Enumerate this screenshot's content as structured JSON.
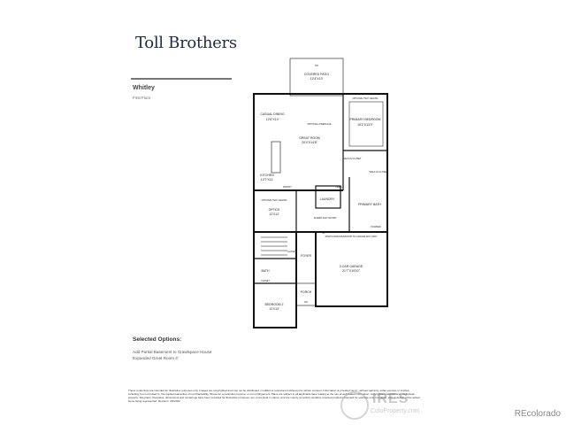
{
  "brand": "Toll Brothers",
  "plan": {
    "name": "Whitley",
    "floor": "First Floor"
  },
  "rooms": {
    "covered_patio": {
      "name": "COVERED PATIO",
      "size": "12'4\"X10'"
    },
    "casual_dining": {
      "name": "CASUAL DINING",
      "size": "12'6\"X10'"
    },
    "great_room": {
      "name": "GREAT ROOM",
      "size": "20'4\"X14'8\""
    },
    "primary_bedroom": {
      "name": "PRIMARY BEDROOM",
      "size": "15'2\"X13'3\""
    },
    "kitchen": {
      "name": "KITCHEN",
      "size": "13'7\"X11'"
    },
    "office": {
      "name": "OFFICE",
      "size": "12'X12'"
    },
    "laundry": {
      "name": "LAUNDRY"
    },
    "primary_bath": {
      "name": "PRIMARY BATH"
    },
    "everyday_entry": {
      "name": "EVERY-DAY ENTRY"
    },
    "foyer": {
      "name": "FOYER"
    },
    "garage": {
      "name": "2-CAR GARAGE",
      "size": "21'7\"X19'10\""
    },
    "bath": {
      "name": "BATH"
    },
    "closet": {
      "name": "CLOSET"
    },
    "porch": {
      "name": "PORCH"
    },
    "bedroom2": {
      "name": "BEDROOM 2",
      "size": "12'X13'"
    },
    "walkin_closet": {
      "name": "WALK-IN CLOSET"
    },
    "pantry": {
      "name": "PANTRY"
    },
    "linen": {
      "name": "LINEN"
    },
    "powder": {
      "name": "POWDER"
    }
  },
  "notes": {
    "tray_ceiling": "OPTIONAL TRAY CEILING",
    "fireplace": "OPTIONAL FIREPLACE",
    "garage_note": "STEPS FROM MUDROOM TO GARAGE MAY VARY",
    "up": "UP",
    "dn": "DN"
  },
  "selected_options": {
    "title": "Selected Options:",
    "items": [
      "Add Partial Basement to Crawlspace House",
      "Expanded Great Room 4'"
    ]
  },
  "disclaimer": "These renderings are intended for illustrative purposes only. Images are copyrighted and may not be distributed, modified or reproduced without prior written consent. Information is provided \"as is\", without warranty, either express or implied, including, but not limited to, the implied warranties of merchantability, fitness for a particular purpose, or non-infringement. Plans are subject to all applicable laws relating to the use of web based information, copyrighted materials and intellectual property. Site plans, floorplans, dimensions and renderings have been provided for illustrative purposes, are conceptual in nature, and are merely an artist's rendition of actual products intended for example only. Condition, size or design of the actual items being represented. Revision: 4/6/2023",
  "watermark": {
    "logo": "IRES",
    "site": "ColoProperty.com"
  },
  "credit": "REcolorado"
}
